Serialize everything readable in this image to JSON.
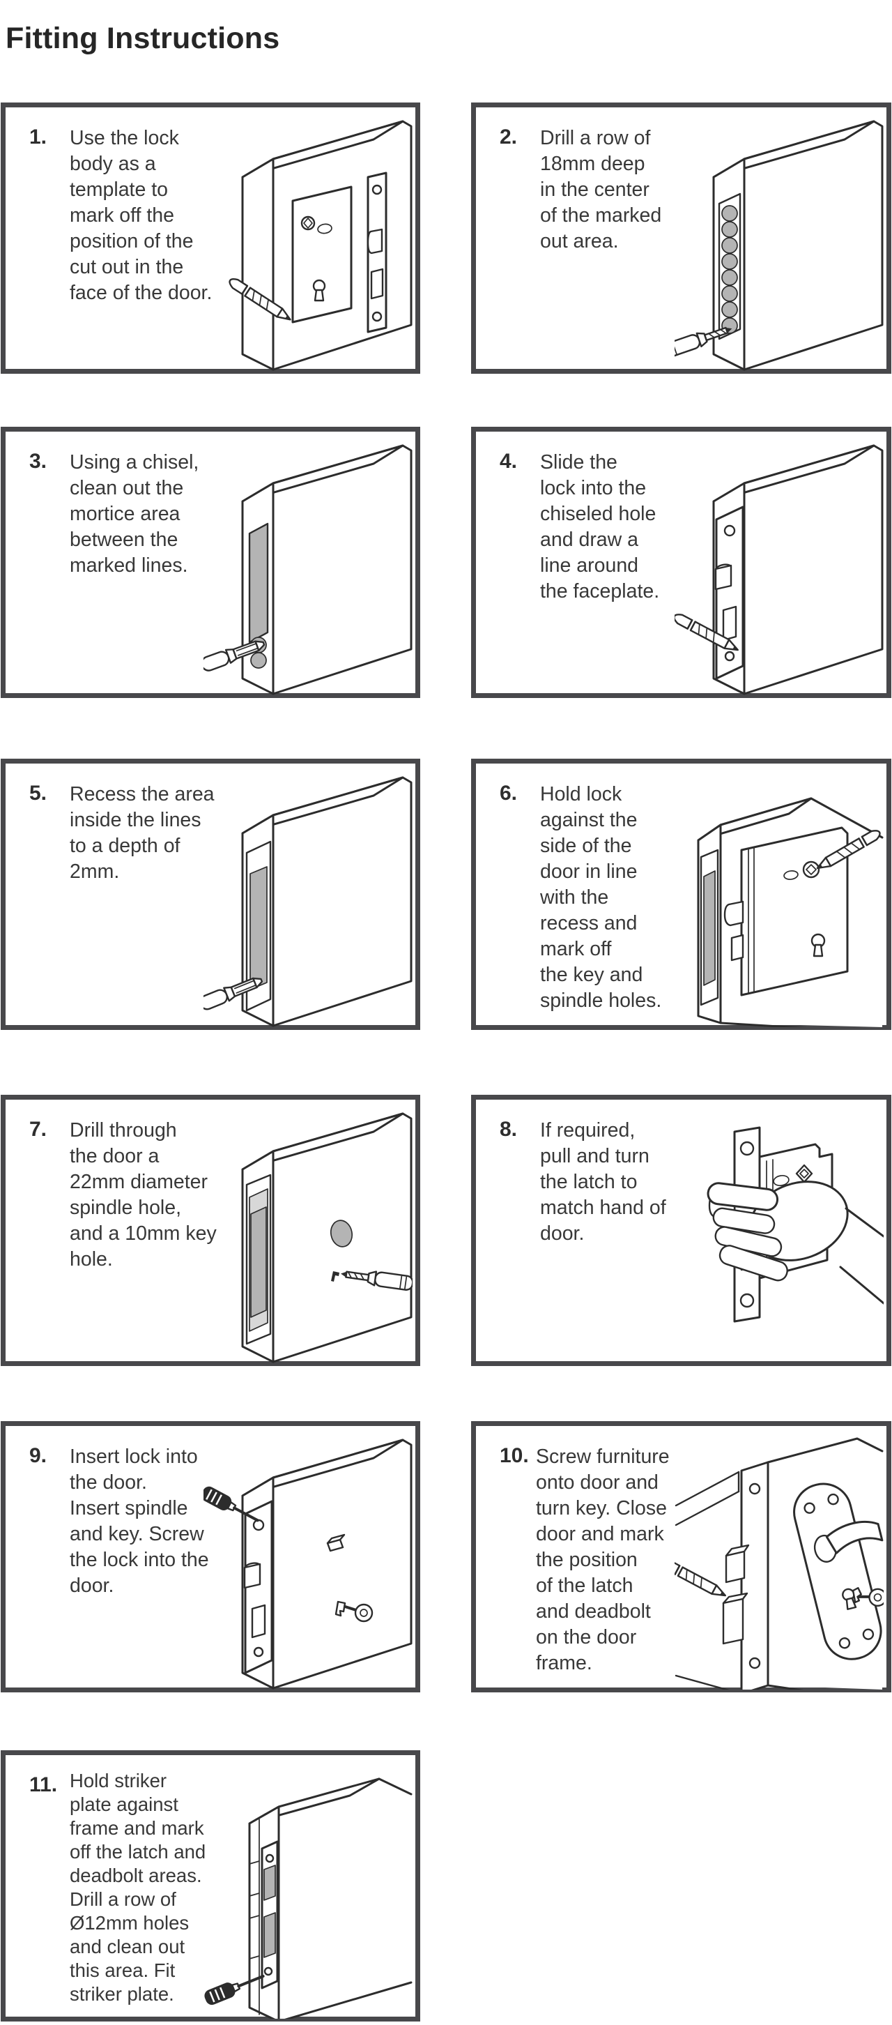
{
  "title": "Fitting Instructions",
  "colors": {
    "box_border": "#48484b",
    "line_art": "#2c2c2c",
    "text": "#383838",
    "hole_gray": "#b4b4b4",
    "recess_light_gray": "#d8d8d8"
  },
  "steps": [
    {
      "number": "1.",
      "text": "Use the lock\nbody as a\ntemplate to\nmark off the\nposition of the\ncut out in the\nface of the door.",
      "illustration": "door-edge-with-lock-body-faceplate-and-pencil"
    },
    {
      "number": "2.",
      "text": "Drill a row of\n18mm deep\nin the center\nof the marked\nout area.",
      "illustration": "door-edge-with-row-of-drilled-holes-and-drill"
    },
    {
      "number": "3.",
      "text": "Using a chisel,\nclean out the\nmortice area\nbetween the\nmarked lines.",
      "illustration": "door-edge-mortice-and-chisel"
    },
    {
      "number": "4.",
      "text": "Slide the\nlock into the\nchiseled hole\nand draw a\nline around\nthe faceplate.",
      "illustration": "door-edge-with-faceplate-and-pencil"
    },
    {
      "number": "5.",
      "text": "Recess the area\ninside the lines\nto a depth of\n2mm.",
      "illustration": "door-edge-recess-and-chisel"
    },
    {
      "number": "6.",
      "text": "Hold lock\nagainst the\nside of the\ndoor in line\nwith the\nrecess and\nmark off\nthe key and\nspindle holes.",
      "illustration": "lock-body-held-on-door-side-with-pencil"
    },
    {
      "number": "7.",
      "text": "Drill through\nthe door a\n22mm diameter\nspindle hole,\nand a 10mm key\nhole.",
      "illustration": "door-with-spindle-hole-and-drill"
    },
    {
      "number": "8.",
      "text": "If required,\npull and turn\nthe latch to\nmatch hand of\ndoor.",
      "illustration": "hand-pulling-and-turning-latch"
    },
    {
      "number": "9.",
      "text": "Insert lock into\nthe door.\nInsert  spindle\nand key. Screw\nthe lock into the\ndoor.",
      "illustration": "screwdriver-fixing-lock-with-spindle-and-key"
    },
    {
      "number": "10.",
      "text": "Screw furniture\nonto door and\nturn key. Close\ndoor and mark\nthe position\nof the latch\nand deadbolt\non the door\nframe.",
      "illustration": "door-furniture-key-and-pencil-marking-latch"
    },
    {
      "number": "11.",
      "text": "Hold striker\nplate against\nframe and mark\noff the latch and\ndeadbolt areas.\nDrill a row of\nØ12mm holes\nand clean out\nthis area. Fit\nstriker plate.",
      "illustration": "frame-with-striker-plate-and-screwdriver"
    }
  ]
}
